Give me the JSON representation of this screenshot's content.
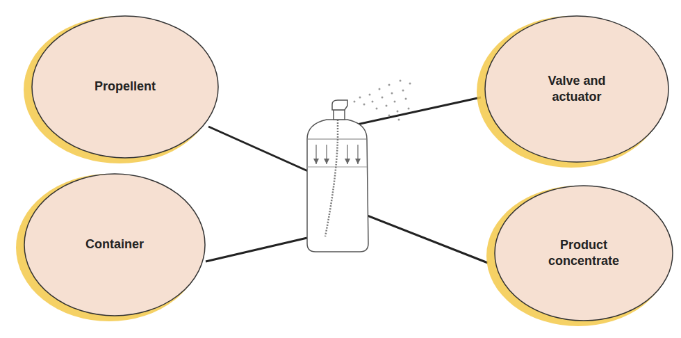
{
  "diagram": {
    "nodes": [
      {
        "text": [
          "Propellent"
        ]
      },
      {
        "text": [
          "Valve and actuator"
        ]
      },
      {
        "text": [
          "Container"
        ]
      },
      {
        "text": [
          "Product concentrate"
        ]
      }
    ]
  }
}
